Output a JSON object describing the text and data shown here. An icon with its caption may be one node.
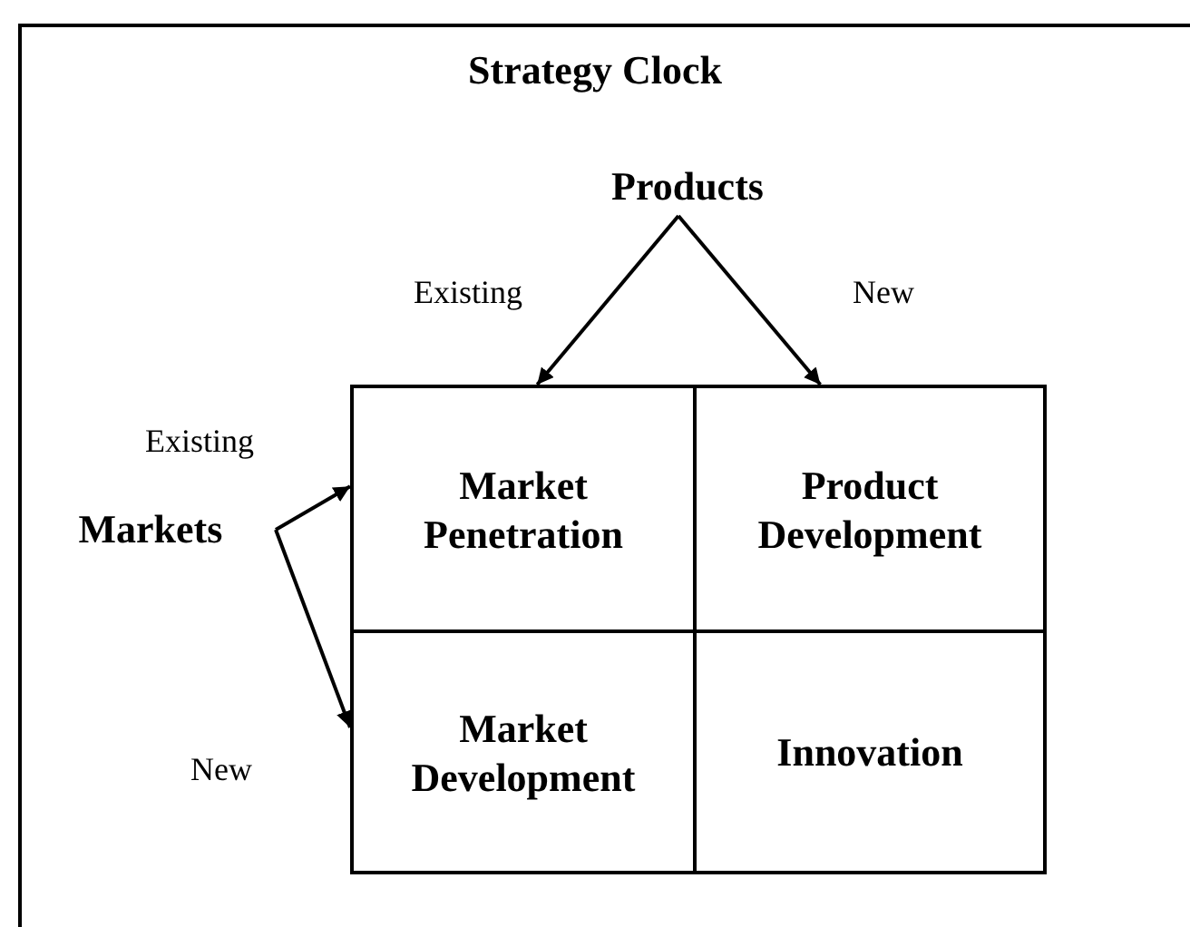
{
  "diagram": {
    "title": "Strategy Clock",
    "nodes": [
      {
        "text": [
          "Products"
        ]
      },
      {
        "text": [
          "Markets"
        ]
      },
      {
        "text": [
          "Market Penetration"
        ]
      },
      {
        "text": [
          "Product Development"
        ]
      },
      {
        "text": [
          "Market Development"
        ]
      },
      {
        "text": [
          "Innovation"
        ]
      }
    ],
    "edges": [
      {
        "from": 0,
        "to": 2,
        "arrow": "to",
        "label": "Existing"
      },
      {
        "from": 0,
        "to": 3,
        "arrow": "to",
        "label": "New"
      },
      {
        "from": 1,
        "to": 2,
        "arrow": "to",
        "label": "Existing"
      },
      {
        "from": 1,
        "to": 4,
        "arrow": "to",
        "label": "New"
      }
    ]
  }
}
